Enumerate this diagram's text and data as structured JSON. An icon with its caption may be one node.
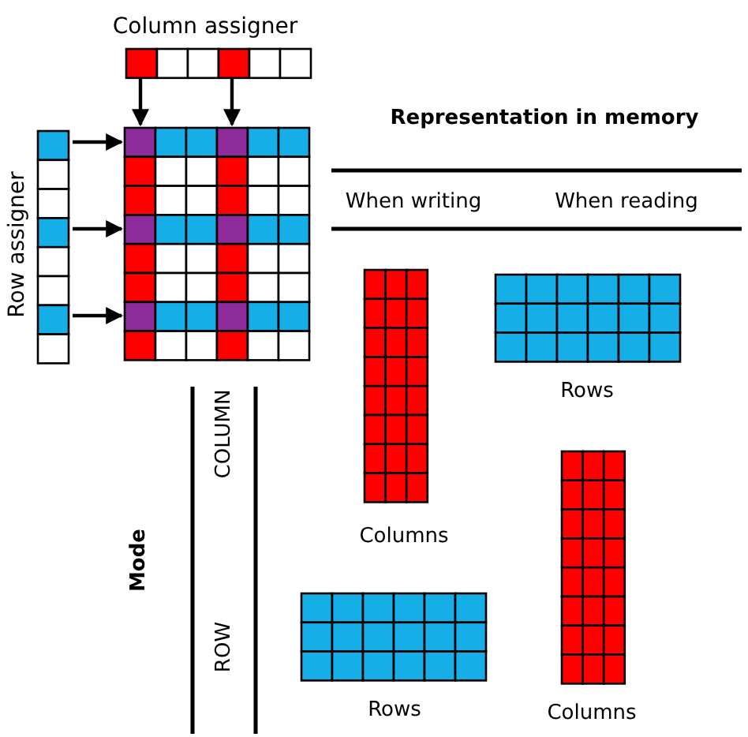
{
  "diagram": {
    "nodes": [
      {
        "text": [
          "Column assigner"
        ]
      },
      {
        "text": [
          "Row assigner"
        ]
      },
      {
        "text": [],
        "shape": "box"
      }
    ],
    "edges": [
      {
        "from": 0,
        "to": 2,
        "arrow": "to"
      },
      {
        "from": 0,
        "to": 2,
        "arrow": "to"
      },
      {
        "from": 1,
        "to": 2,
        "arrow": "to"
      },
      {
        "from": 1,
        "to": 2,
        "arrow": "to"
      },
      {
        "from": 1,
        "to": 2,
        "arrow": "to"
      }
    ],
    "labels": [
      "Representation in memory",
      "When writing",
      "When reading",
      "Mode",
      "COLUMN",
      "Columns",
      "Rows",
      "ROW",
      "Rows",
      "Columns"
    ]
  }
}
